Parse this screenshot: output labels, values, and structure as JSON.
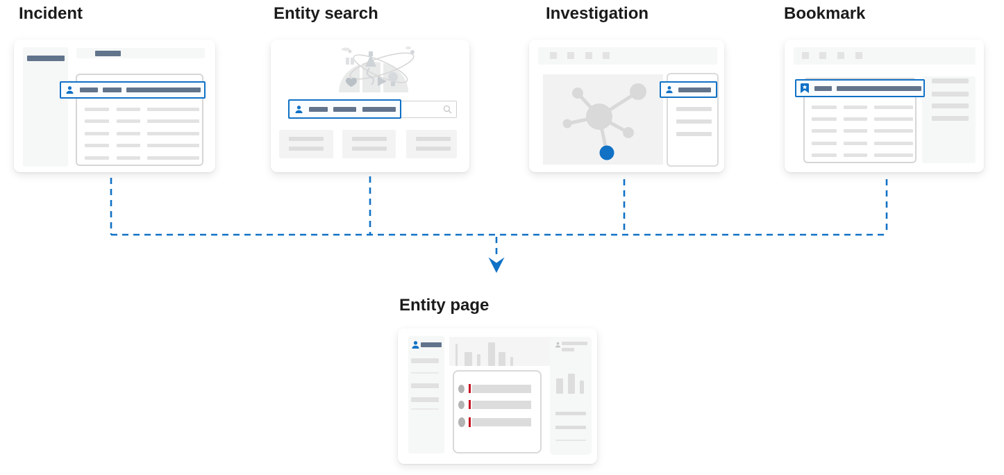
{
  "colors": {
    "accent_blue": "#1071c5",
    "slate_bar": "#62748c",
    "skeleton_gray": "#e2e2e2",
    "border_gray": "#d6d6d6",
    "surface_gray": "#f6f7f7",
    "graph_gray": "#dcdcdc",
    "red_marker": "#c50f1f",
    "title_text": "#1b1b1b",
    "highlight_fill": "#fafdff"
  },
  "sources": [
    {
      "id": "incident",
      "label": "Incident",
      "highlight_icon": "person-icon"
    },
    {
      "id": "entity-search",
      "label": "Entity search",
      "highlight_icon": "person-icon",
      "other_icons": [
        "search-icon",
        "science-illustration"
      ]
    },
    {
      "id": "investigation",
      "label": "Investigation",
      "highlight_icon": "person-icon",
      "other_icons": [
        "entity-node-highlighted"
      ]
    },
    {
      "id": "bookmark",
      "label": "Bookmark",
      "highlight_icon": "bookmark-icon"
    }
  ],
  "target": {
    "id": "entity-page",
    "label": "Entity page",
    "icons": [
      "person-icon",
      "person-icon-small"
    ]
  },
  "connector": {
    "style": "dashed",
    "color": "#1071c5",
    "direction": "sources-to-target"
  }
}
